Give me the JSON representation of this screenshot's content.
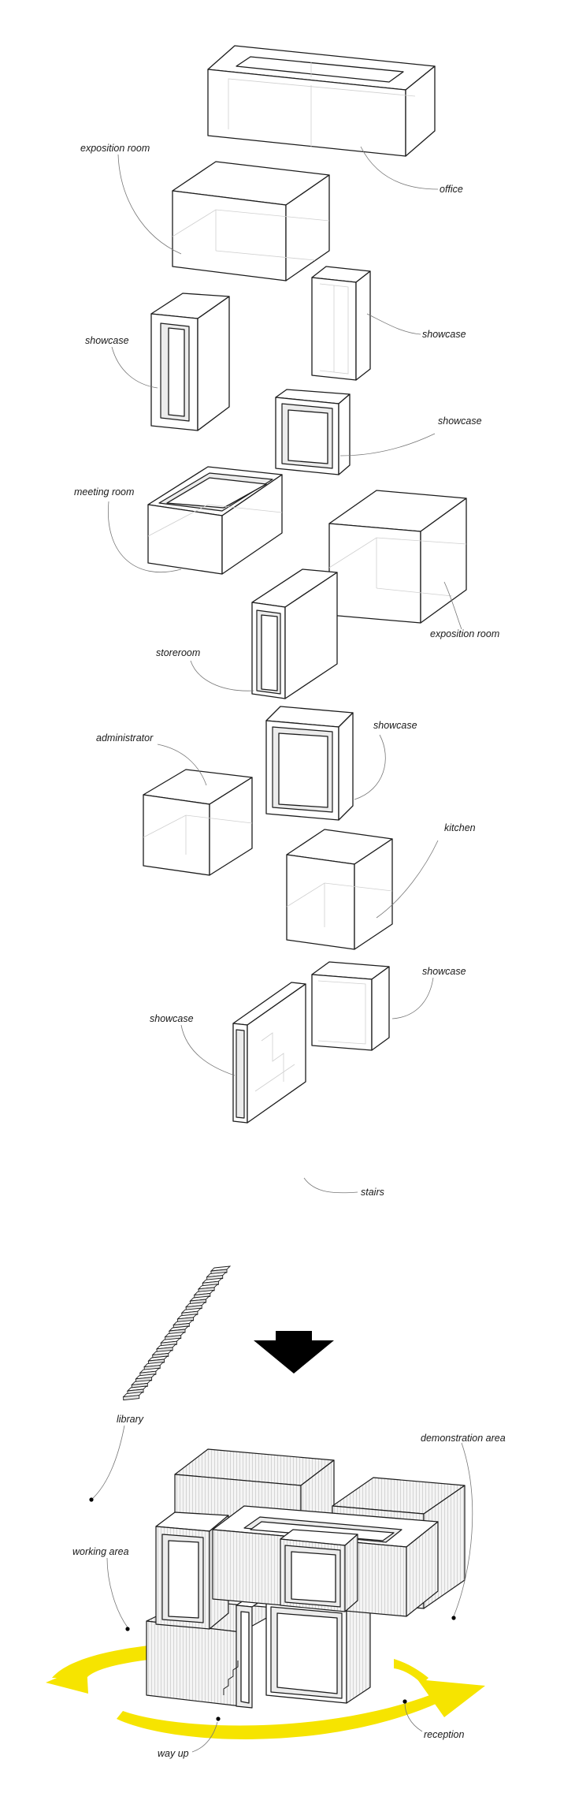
{
  "exploded_labels": {
    "office": "office",
    "exposition_room_top": "exposition room",
    "showcase_left": "showcase",
    "showcase_right": "showcase",
    "showcase_mid": "showcase",
    "meeting_room": "meeting room",
    "exposition_room_mid": "exposition room",
    "storeroom": "storeroom",
    "administrator": "administrator",
    "showcase_admin": "showcase",
    "kitchen": "kitchen",
    "showcase_lower_right": "showcase",
    "showcase_lower_left": "showcase",
    "stairs": "stairs"
  },
  "assembled_labels": {
    "library": "library",
    "demonstration_area": "demonstration area",
    "working_area": "working area",
    "way_up": "way up",
    "reception": "reception"
  },
  "colors": {
    "line": "#1c1c1c",
    "leader": "#777777",
    "arrow_yellow": "#f6e400",
    "down_arrow": "#000000"
  },
  "icons": {
    "transition": "down-arrow-icon",
    "circulation": "circular-arrow-icon"
  }
}
